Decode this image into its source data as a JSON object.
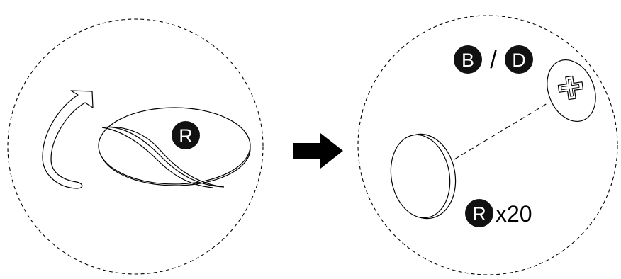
{
  "left_panel": {
    "badge_label": "R"
  },
  "right_panel": {
    "badge_b_label": "B",
    "separator": "/",
    "badge_d_label": "D",
    "badge_r_label": "R",
    "quantity": "x20"
  },
  "colors": {
    "ink": "#000000",
    "badge_fill": "#111111",
    "badge_text": "#ffffff",
    "background": "#ffffff"
  }
}
